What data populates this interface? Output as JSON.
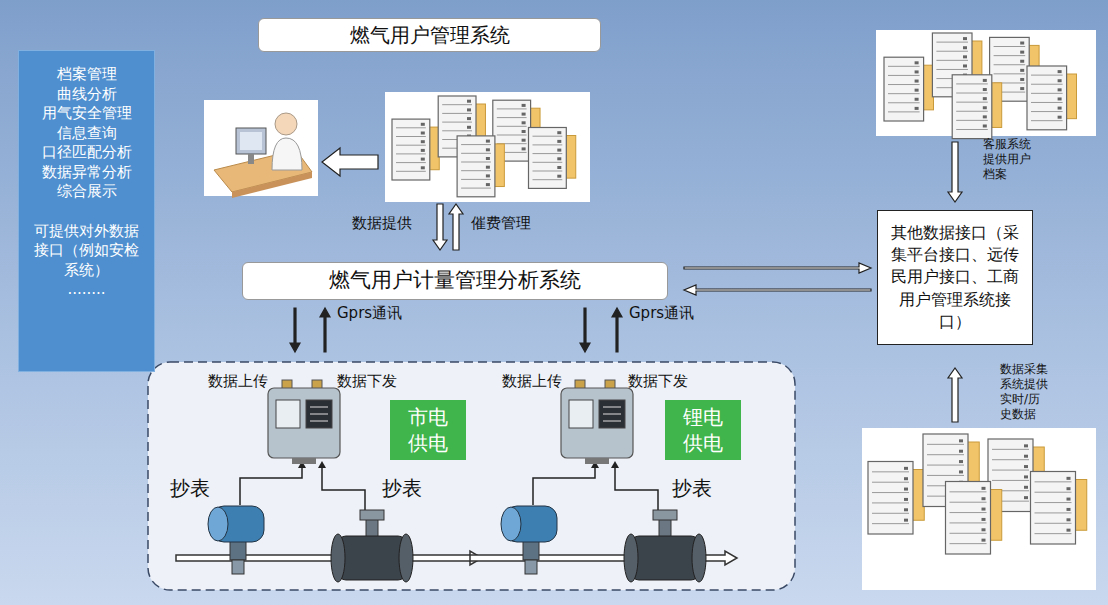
{
  "diagram": {
    "nodes": [
      {
        "text": [
          "燃气用户管理系统"
        ]
      },
      {
        "text": [
          "档案管理",
          "曲线分析",
          "用气安全管理",
          "信息查询",
          "口径匹配分析",
          "数据异常分析",
          "综合展示",
          "可提供对外数据接口（例如安检系统）",
          "........"
        ]
      },
      {
        "text": [
          "燃气用户计量管理分析系统"
        ]
      },
      {
        "text": [
          "其他数据接口（采集平台接口、远传民用户接口、工商用户管理系统接口）"
        ]
      },
      {
        "text": [
          "市电供电"
        ]
      },
      {
        "text": [
          "锂电供电"
        ]
      }
    ],
    "edges": [
      {
        "from": 2,
        "to": 3,
        "arrow": "to"
      },
      {
        "from": 3,
        "to": 2,
        "arrow": "to"
      }
    ],
    "labels": [
      "数据提供",
      "催费管理",
      "客服系统提供用户档案",
      "Gprs通讯",
      "Gprs通讯",
      "数据上传",
      "数据下发",
      "数据上传",
      "数据下发",
      "抄表",
      "抄表",
      "抄表",
      "数据采集系统提供实时/历史数据"
    ]
  }
}
